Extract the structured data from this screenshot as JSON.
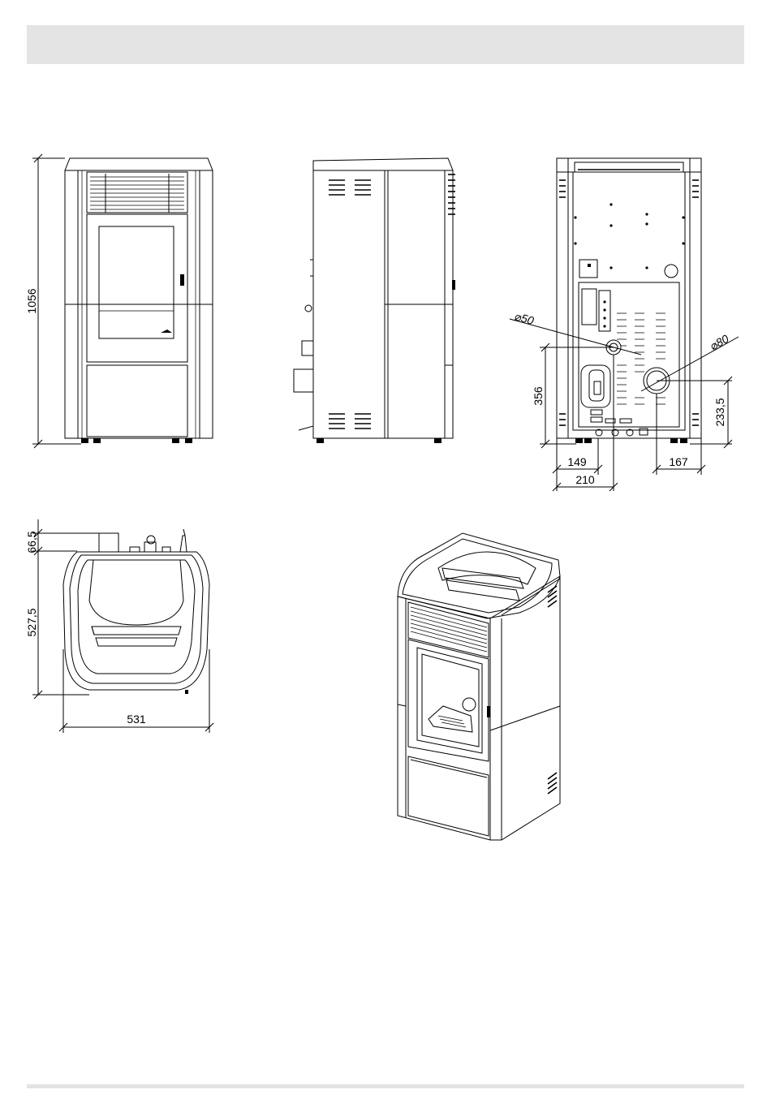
{
  "dimensions": {
    "front_height": "1056",
    "rear_pipe_diameter_small": "50",
    "rear_pipe_diameter_large": "80",
    "rear_small_pipe_height": "356",
    "rear_large_pipe_height": "233,5",
    "rear_offset_left": "149",
    "rear_offset_left_total": "210",
    "rear_offset_right": "167",
    "top_depth_back": "66,5",
    "top_depth_main": "527,5",
    "top_width": "531"
  },
  "symbols": {
    "diameter": "⌀"
  }
}
